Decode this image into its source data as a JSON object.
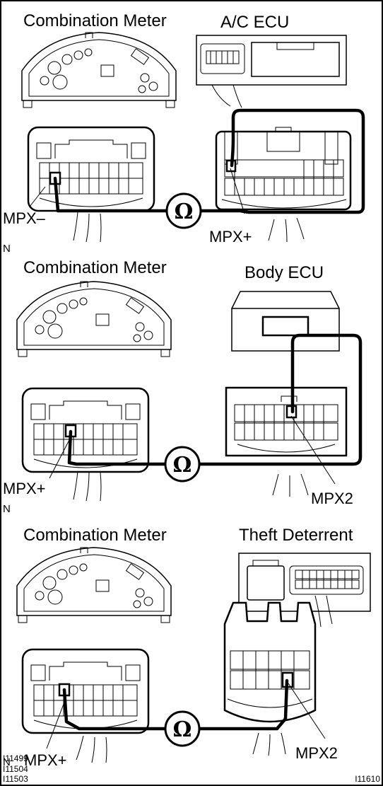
{
  "panels": [
    {
      "left_title": "Combination Meter",
      "right_title": "A/C ECU",
      "left_pin": "MPX–",
      "right_pin": "MPX+",
      "ohm": "Ω",
      "section_mark": "N"
    },
    {
      "left_title": "Combination Meter",
      "right_title": "Body ECU",
      "left_pin": "MPX+",
      "right_pin": "MPX2",
      "ohm": "Ω",
      "section_mark": "N"
    },
    {
      "left_title": "Combination Meter",
      "right_title": "Theft Deterrent",
      "left_pin": "MPX+",
      "right_pin": "MPX2",
      "ohm": "Ω",
      "section_mark": "N"
    }
  ],
  "figure_codes": [
    "I11499",
    "I11504",
    "I11503"
  ],
  "figure_id": "I11610"
}
